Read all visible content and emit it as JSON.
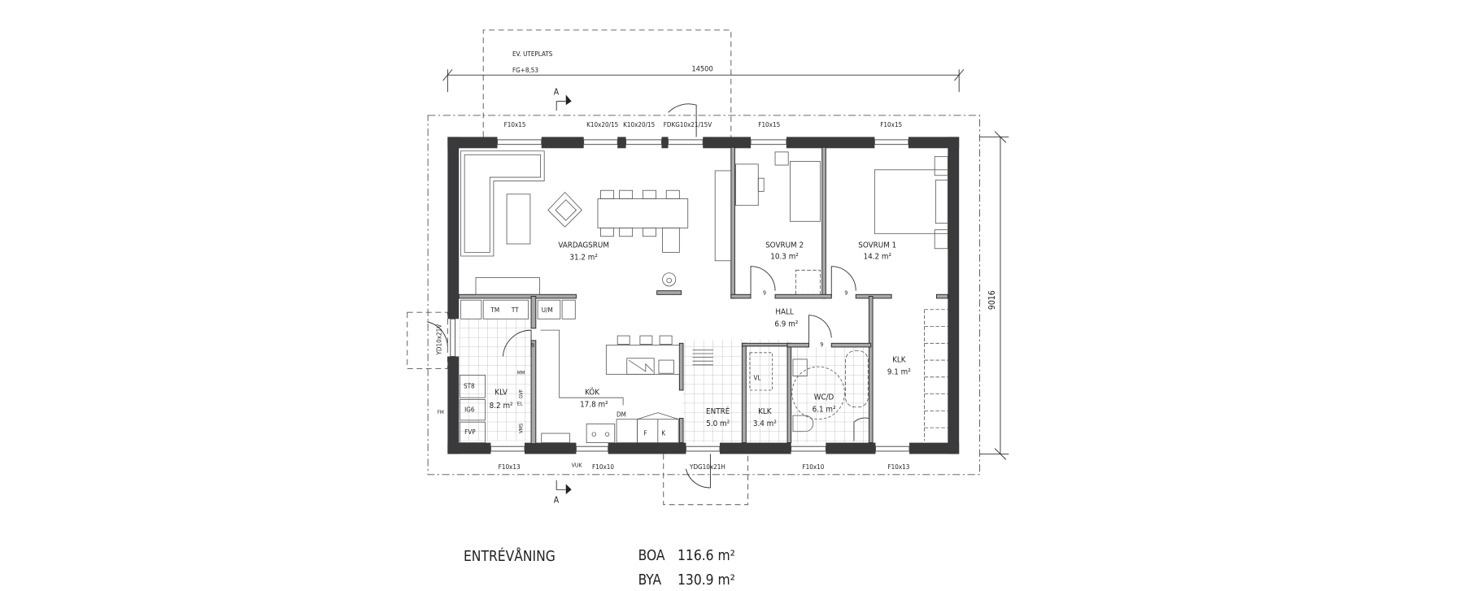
{
  "plan": {
    "patio_label": "EV. UTEPLATS",
    "patio_level": "FG+8,53",
    "dim_width": "14500",
    "dim_depth": "9016",
    "section_marker": "A",
    "windows_top": [
      "F10x15",
      "K10x20/15",
      "K10x20/15",
      "FDKG10x21/15V",
      "F10x15",
      "F10x15"
    ],
    "windows_bottom": [
      "F10x13",
      "VUK",
      "F10x10",
      "YDG10x21H",
      "F10x10",
      "F10x13"
    ],
    "side_door": "YD10x21V",
    "rooms": [
      {
        "name": "VARDAGSRUM",
        "area": "31.2 m²"
      },
      {
        "name": "SOVRUM 2",
        "area": "10.3 m²"
      },
      {
        "name": "SOVRUM 1",
        "area": "14.2 m²"
      },
      {
        "name": "HALL",
        "area": "6.9 m²"
      },
      {
        "name": "KÖK",
        "area": "17.8 m²"
      },
      {
        "name": "KLV",
        "area": "8.2 m²"
      },
      {
        "name": "ENTRÉ",
        "area": "5.0 m²"
      },
      {
        "name": "KLK",
        "area": "3.4 m²"
      },
      {
        "name": "WC/D",
        "area": "6.1 m²"
      },
      {
        "name": "KLK",
        "area": "9.1 m²"
      }
    ],
    "fixtures": {
      "tm": "TM",
      "tt": "TT",
      "um": "U/M",
      "st8": "ST8",
      "ig6": "IG6",
      "fvp": "FVP",
      "fm": "FM",
      "mm": "MM",
      "gvf": "GVF",
      "el": "EL",
      "vms": "VMS",
      "dm": "DM",
      "f": "F",
      "k": "K",
      "vl": "VL",
      "door_width": "9"
    }
  },
  "footer": {
    "floor_name": "ENTRÉVÅNING",
    "boa_label": "BOA",
    "boa_value": "116.6 m²",
    "bya_label": "BYA",
    "bya_value": "130.9 m²"
  }
}
